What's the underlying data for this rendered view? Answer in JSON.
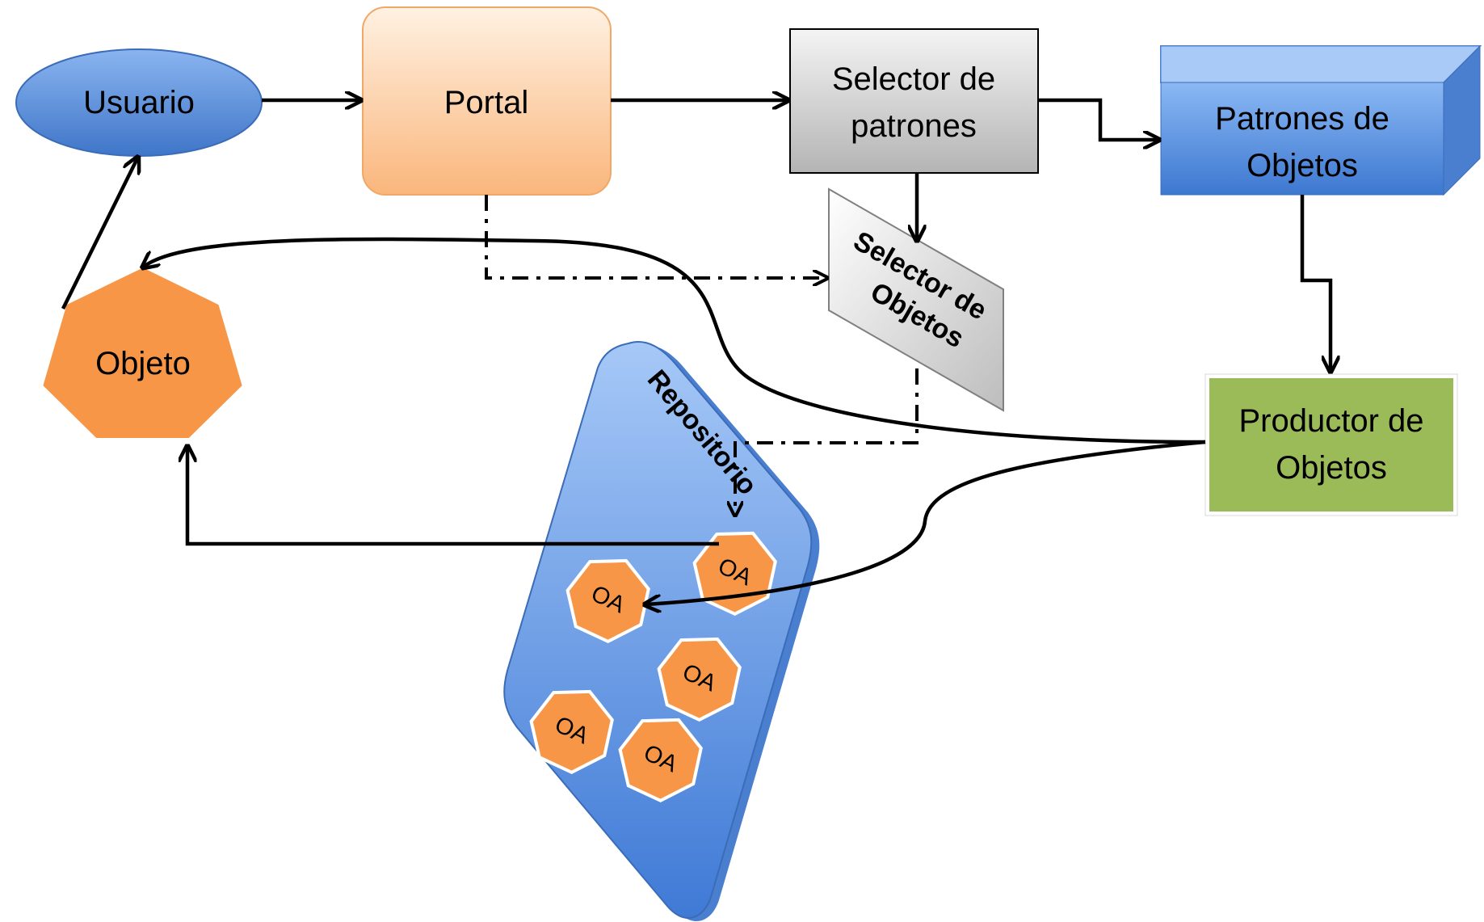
{
  "nodes": {
    "usuario": "Usuario",
    "portal": "Portal",
    "selector_patrones": [
      "Selector de",
      "patrones"
    ],
    "patrones_objetos": [
      "Patrones de",
      "Objetos"
    ],
    "selector_objetos": [
      "Selector de",
      "Objetos"
    ],
    "productor_objetos": [
      "Productor de",
      "Objetos"
    ],
    "objeto": "Objeto",
    "repositorio": "Repositorio",
    "oa_items": [
      "OA",
      "OA",
      "OA",
      "OA",
      "OA"
    ]
  },
  "colors": {
    "usuario": "#5b8fdc",
    "portal": "#fbc79a",
    "selector_patrones": "#d2d2d2",
    "patrones_objetos": "#5c90df",
    "productor_objetos": "#9bbb59",
    "objeto": "#f79646",
    "repositorio": "#6fa0e8"
  }
}
